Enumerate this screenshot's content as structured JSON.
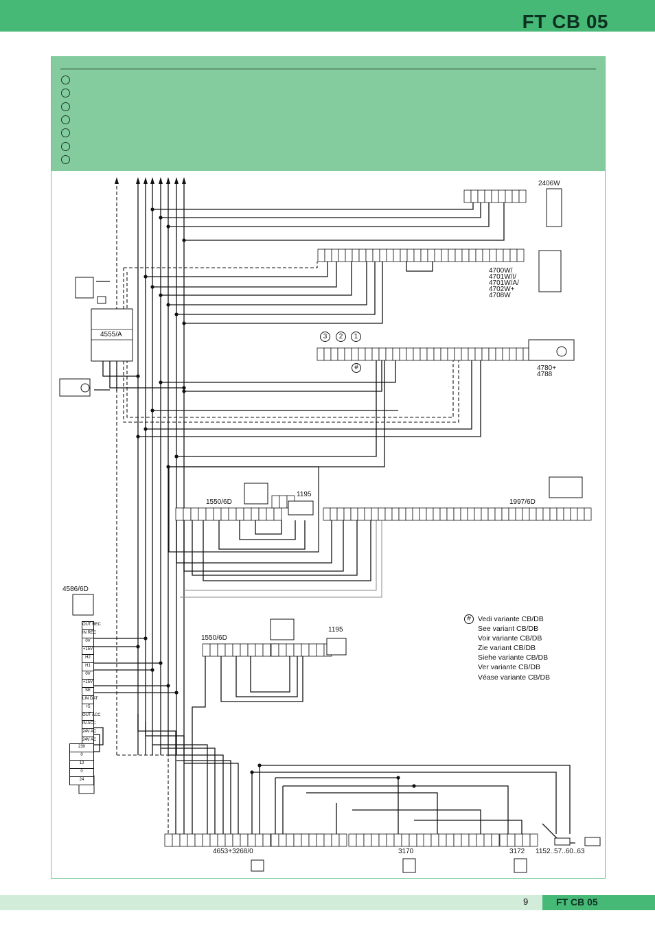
{
  "header": {
    "title": "FT CB 05"
  },
  "legend": {
    "count": 7
  },
  "devices": {
    "d2406": "2406W",
    "d4700": "4700W/\n4701W/I/\n4701W/A/\n4702W+\n4708W",
    "d4780": "4780+\n4788",
    "d4555": "4555/A",
    "d1550a": "1550/6D",
    "d1195a": "1195",
    "d1997": "1997/6D",
    "d4586": "4586/6D",
    "d1550b": "1550/6D",
    "d1195b": "1195",
    "d1195c": "1195",
    "d4653": "4653+3268/0",
    "d3170": "3170",
    "d3172": "3172",
    "d1152": "1152..57..60..63"
  },
  "terminals": {
    "t4586": [
      "OUT REC",
      "IN REC",
      "0V",
      "+15V",
      "H2",
      "H1",
      "0V",
      "+15V",
      "SE",
      "LIN DAT",
      "+5",
      "OUT ACC",
      "IN ACC",
      "24V AC",
      "24V AC"
    ],
    "t1195c": [
      "230",
      "0",
      "12",
      "0",
      "24"
    ]
  },
  "markers": {
    "m3": "3",
    "m2": "2",
    "m1": "1",
    "hash": "#"
  },
  "variant_notes": [
    "Vedi variante CB/DB",
    "See variant CB/DB",
    "Voir variante CB/DB",
    "Zie variant CB/DB",
    "Siehe variante CB/DB",
    "Ver variante CB/DB",
    "Véase variante CB/DB"
  ],
  "footer": {
    "page": "9",
    "code": "FT CB 05"
  },
  "colors": {
    "green": "#47b977",
    "light_green": "#84cc9e",
    "pale_green": "#d2ecda"
  }
}
